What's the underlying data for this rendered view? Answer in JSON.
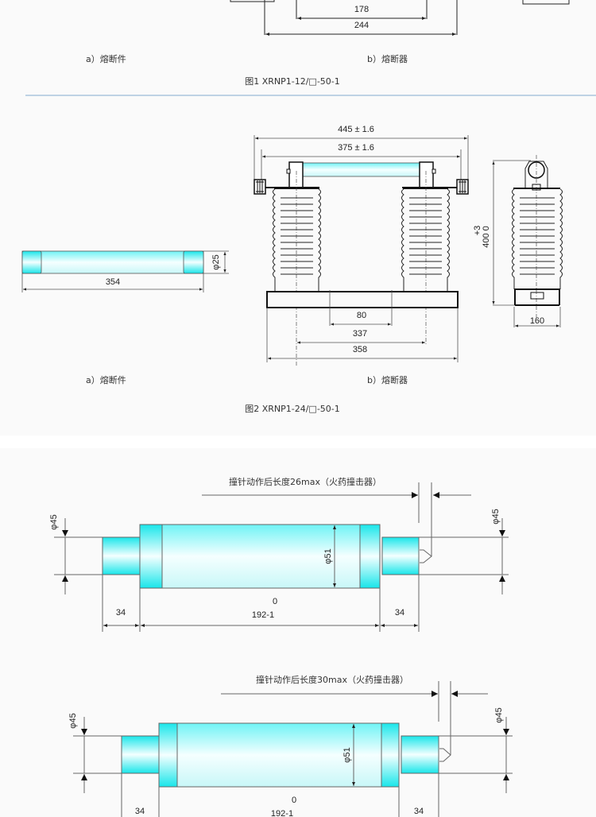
{
  "figure1": {
    "dims": {
      "inner": "178",
      "outer": "244"
    },
    "label_a": "a）熔断件",
    "label_b": "b）熔断器",
    "caption": "图1 XRNP1-12/□-50-1"
  },
  "figure2": {
    "fuse_link": {
      "length": "354",
      "diameter": "φ25"
    },
    "fuse_holder": {
      "overall_length": "445 ± 1.6",
      "contact_length": "375 ± 1.6",
      "height_top": "+3",
      "height_value": "400 0",
      "depth": "160",
      "base_inner": "80",
      "insulator_spacing": "337",
      "base_length": "358"
    },
    "label_a": "a）熔断件",
    "label_b": "b）熔断器",
    "caption": "图2 XRNP1-24/□-50-1"
  },
  "figure3": {
    "striker_note": "撞针动作后长度26max（火药撞击器）",
    "left_cap_diameter": "φ45",
    "right_cap_diameter": "φ45",
    "body_diameter": "φ51",
    "left_cap_length": "34",
    "right_cap_length": "34",
    "body_length_tol": "0",
    "body_length": "192-1"
  },
  "figure4": {
    "striker_note": "撞针动作后长度30max（火药撞击器）",
    "left_cap_diameter": "φ45",
    "right_cap_diameter": "φ45",
    "body_diameter": "φ51",
    "left_cap_length": "34",
    "right_cap_length": "34",
    "body_length_tol": "0",
    "body_length": "192-1"
  },
  "colors": {
    "cyan": "#00e8ec",
    "separator": "#a9c4dc",
    "background": "#fafafa"
  }
}
